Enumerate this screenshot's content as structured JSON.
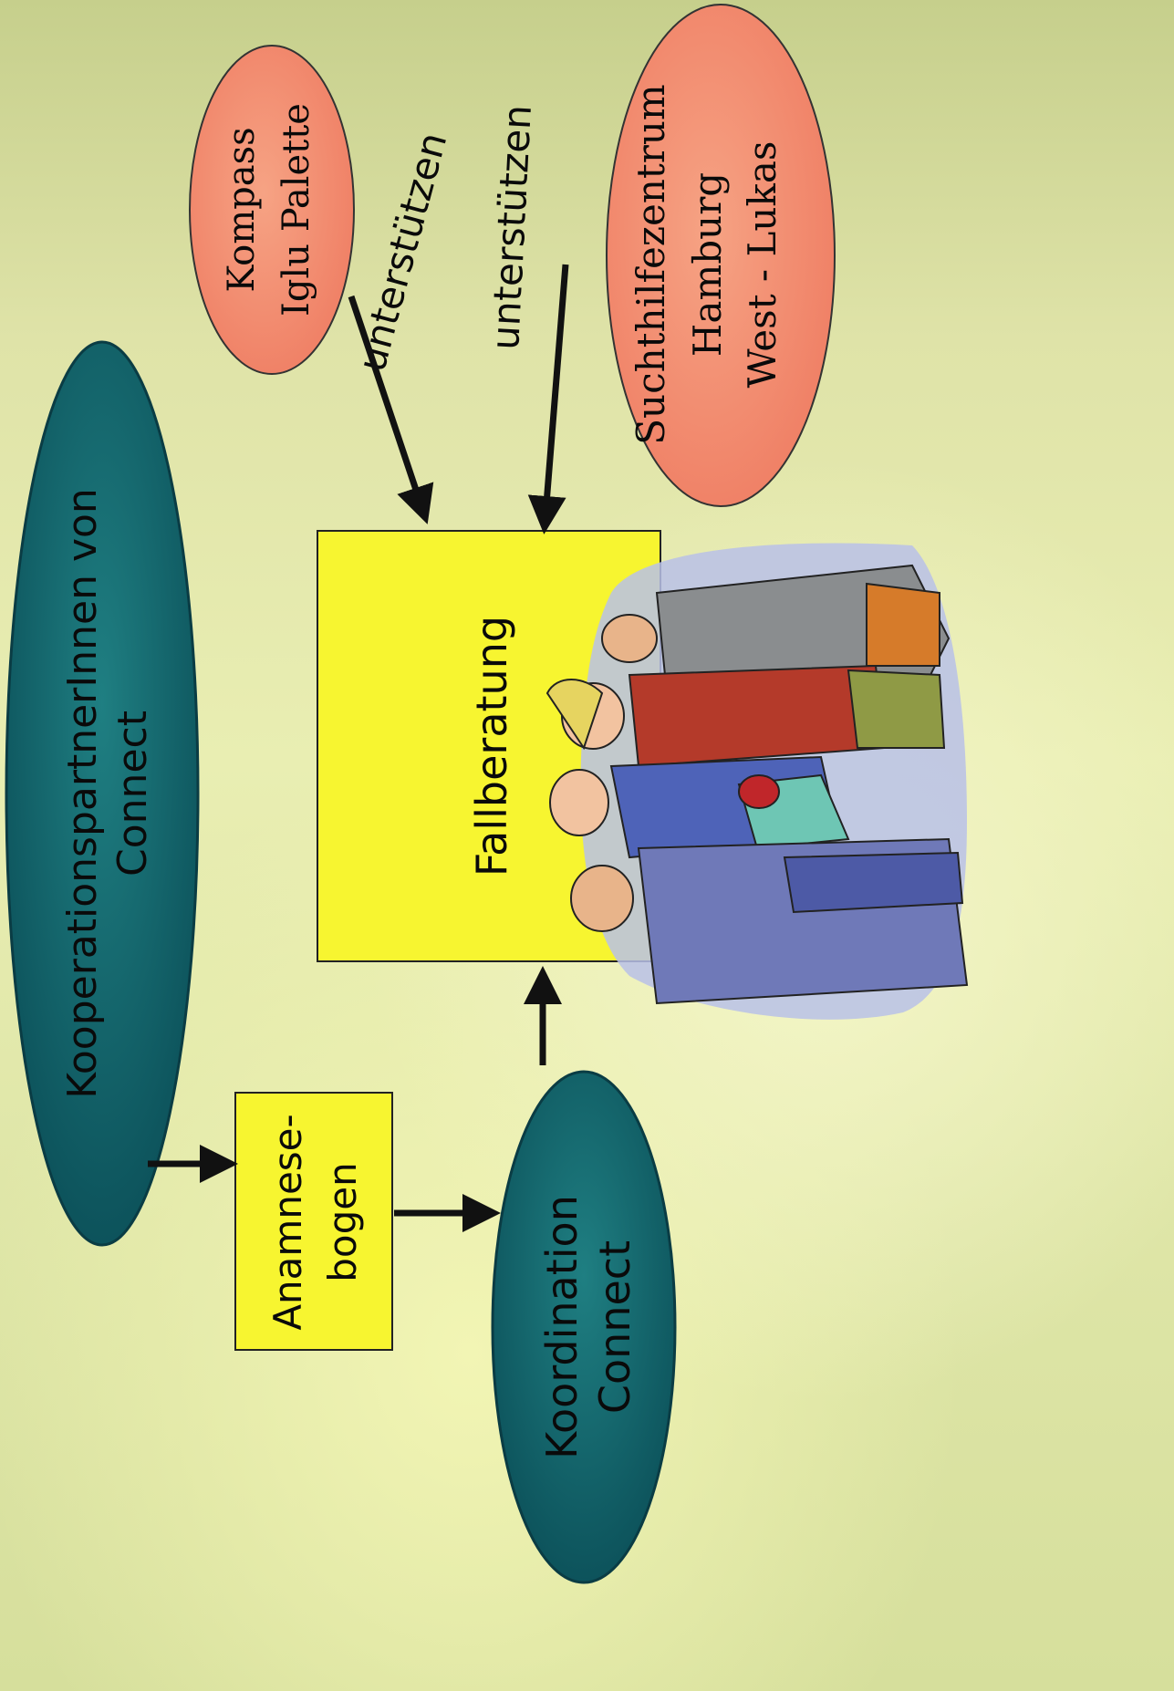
{
  "nodes": {
    "kooperation": {
      "line1": "KooperationspartnerInnen von",
      "line2": "Connect"
    },
    "anamnese": {
      "line1": "Anamnese-",
      "line2": "bogen"
    },
    "koordination": {
      "line1": "Koordination",
      "line2": "Connect"
    },
    "fallberatung": {
      "label": "Fallberatung"
    },
    "kompass": {
      "line1": "Kompass",
      "line2": "Iglu Palette"
    },
    "suchthilfe": {
      "line1": "Suchthilfezentrum",
      "line2": "Hamburg",
      "line3": "West - Lukas"
    }
  },
  "edges": {
    "support_label_1": "unterstützen",
    "support_label_2": "unterstützen"
  },
  "colors": {
    "teal_dark": "#0f5f63",
    "teal_light": "#1f7a7e",
    "salmon": "#f28a6e",
    "salmon_light": "#f7a07c",
    "yellow_box": "#f7f530",
    "arrow": "#111111"
  }
}
